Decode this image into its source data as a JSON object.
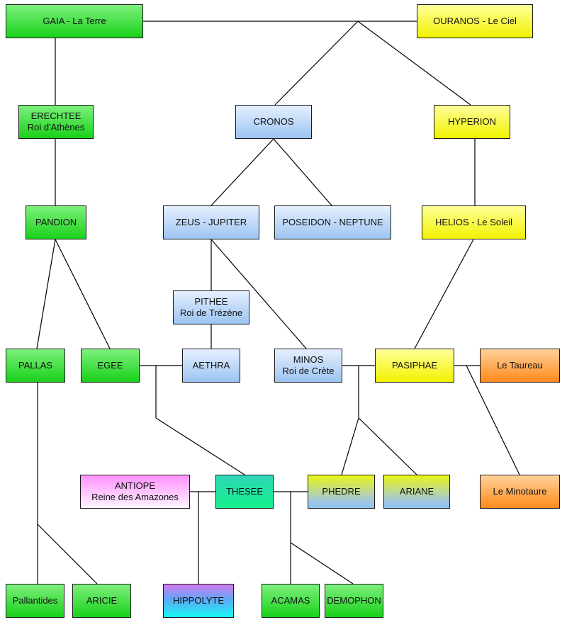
{
  "nodes": {
    "gaia": {
      "line1": "GAIA - La Terre",
      "line2": ""
    },
    "ouranos": {
      "line1": "OURANOS - Le Ciel",
      "line2": ""
    },
    "erechtee": {
      "line1": "ERECHTEE",
      "line2": "Roi d'Athènes"
    },
    "cronos": {
      "line1": "CRONOS",
      "line2": ""
    },
    "hyperion": {
      "line1": "HYPERION",
      "line2": ""
    },
    "pandion": {
      "line1": "PANDION",
      "line2": ""
    },
    "zeus": {
      "line1": "ZEUS - JUPITER",
      "line2": ""
    },
    "poseidon": {
      "line1": "POSEIDON - NEPTUNE",
      "line2": ""
    },
    "helios": {
      "line1": "HELIOS - Le Soleil",
      "line2": ""
    },
    "pithee": {
      "line1": "PITHEE",
      "line2": "Roi de Trézène"
    },
    "pallas": {
      "line1": "PALLAS",
      "line2": ""
    },
    "egee": {
      "line1": "EGEE",
      "line2": ""
    },
    "aethra": {
      "line1": "AETHRA",
      "line2": ""
    },
    "minos": {
      "line1": "MINOS",
      "line2": "Roi de Crète"
    },
    "pasiphae": {
      "line1": "PASIPHAE",
      "line2": ""
    },
    "taureau": {
      "line1": "Le Taureau",
      "line2": ""
    },
    "antiope": {
      "line1": "ANTIOPE",
      "line2": "Reine des Amazones"
    },
    "thesee": {
      "line1": "THESEE",
      "line2": ""
    },
    "phedre": {
      "line1": "PHEDRE",
      "line2": ""
    },
    "ariane": {
      "line1": "ARIANE",
      "line2": ""
    },
    "minotaure": {
      "line1": "Le Minotaure",
      "line2": ""
    },
    "pallantides": {
      "line1": "Pallantides",
      "line2": ""
    },
    "aricie": {
      "line1": "ARICIE",
      "line2": ""
    },
    "hippolyte": {
      "line1": "HIPPOLYTE",
      "line2": ""
    },
    "acamas": {
      "line1": "ACAMAS",
      "line2": ""
    },
    "demophon": {
      "line1": "DEMOPHON",
      "line2": ""
    }
  },
  "colors": {
    "green": "#19d119",
    "yellow": "#f2f200",
    "blue": "#9cc4f2",
    "orange": "#ff8a1c",
    "pink": "#ff90ff",
    "teal": "#16f08a",
    "line": "#000000"
  }
}
